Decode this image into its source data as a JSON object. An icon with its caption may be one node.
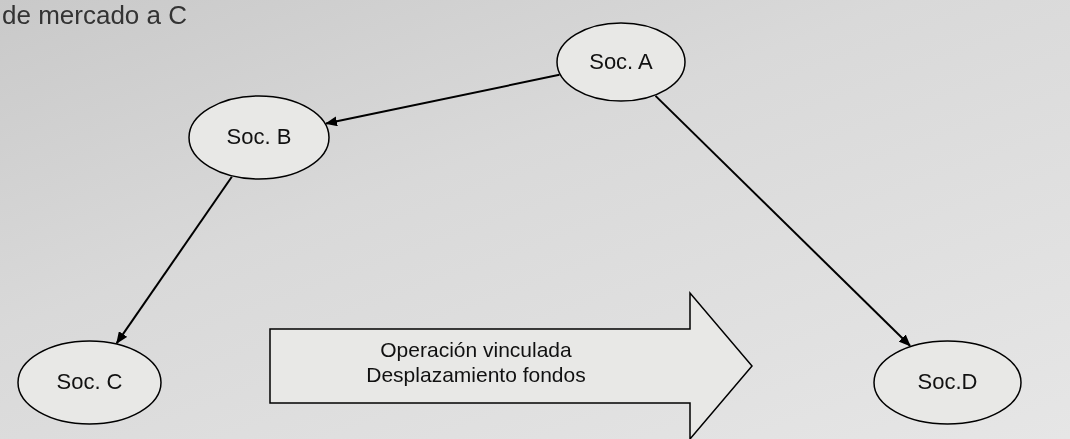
{
  "diagram": {
    "nodes": [
      {
        "text": [
          "Soc. A"
        ]
      },
      {
        "text": [
          "Soc. B"
        ]
      },
      {
        "text": [
          "Soc. C"
        ]
      },
      {
        "text": [
          "Soc.D"
        ]
      },
      {
        "text": [
          "Operación vinculada Desplazamiento fondos"
        ]
      }
    ],
    "edges": [
      {
        "from": 0,
        "to": 1,
        "arrow": "to"
      },
      {
        "from": 1,
        "to": 2,
        "arrow": "to"
      },
      {
        "from": 0,
        "to": 3,
        "arrow": "to"
      }
    ],
    "labels": [
      "de mercado a C"
    ]
  }
}
